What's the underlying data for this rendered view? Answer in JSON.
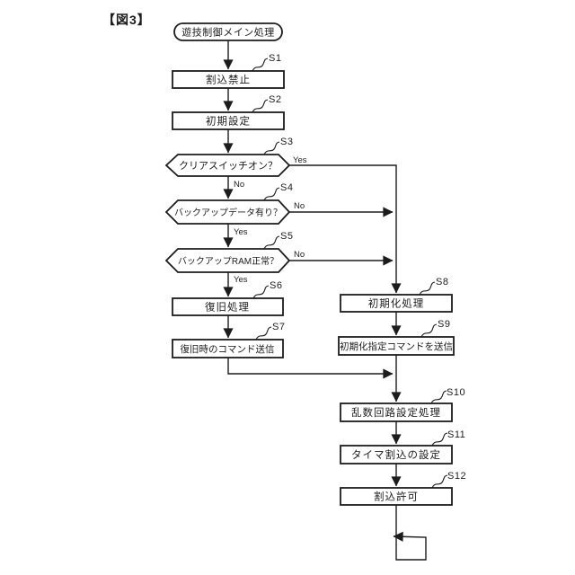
{
  "figure": {
    "title": "【図3】"
  },
  "terminal": {
    "label": "遊技制御メイン処理"
  },
  "nodes": {
    "s1": {
      "id": "S1",
      "label": "割込禁止"
    },
    "s2": {
      "id": "S2",
      "label": "初期設定"
    },
    "s3": {
      "id": "S3",
      "label": "クリアスイッチオン？",
      "yes": "Yes",
      "no": "No"
    },
    "s4": {
      "id": "S4",
      "label": "バックアップデータ有り？",
      "yes": "Yes",
      "no": "No"
    },
    "s5": {
      "id": "S5",
      "label": "バックアップRAM正常？",
      "yes": "Yes",
      "no": "No"
    },
    "s6": {
      "id": "S6",
      "label": "復旧処理"
    },
    "s7": {
      "id": "S7",
      "label": "復旧時のコマンド送信"
    },
    "s8": {
      "id": "S8",
      "label": "初期化処理"
    },
    "s9": {
      "id": "S9",
      "label": "初期化指定コマンドを送信"
    },
    "s10": {
      "id": "S10",
      "label": "乱数回路設定処理"
    },
    "s11": {
      "id": "S11",
      "label": "タイマ割込の設定"
    },
    "s12": {
      "id": "S12",
      "label": "割込許可"
    }
  },
  "colors": {
    "line": "#1c1c1c",
    "background": "#ffffff"
  }
}
